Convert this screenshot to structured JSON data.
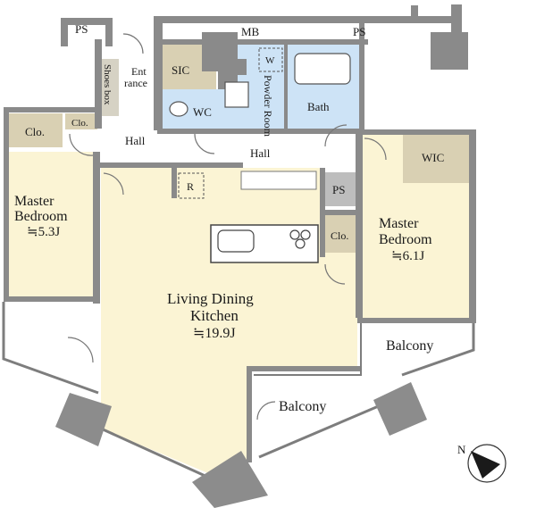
{
  "colors": {
    "living_fill": "#fbf4d4",
    "wet_fill": "#cde3f6",
    "storage_fill": "#d9d0b3",
    "wall": "#8a8a8a"
  },
  "labels": {
    "ps_top_left": "PS",
    "mb": "MB",
    "ps_top_right": "PS",
    "sic": "SIC",
    "washer": "W",
    "entrance_1": "Ent",
    "entrance_2": "rance",
    "shoes_box": "Shoes box",
    "powder_room": "Powder Room",
    "wc": "WC",
    "bath": "Bath",
    "clo_left_1": "Clo.",
    "clo_left_2": "Clo.",
    "hall_left": "Hall",
    "hall_center": "Hall",
    "fridge": "R",
    "ps_center": "PS",
    "clo_center": "Clo.",
    "wic": "WIC",
    "master_bed_left_1": "Master",
    "master_bed_left_2": "Bedroom",
    "master_bed_left_size": "≒5.3J",
    "master_bed_right_1": "Master",
    "master_bed_right_2": "Bedroom",
    "master_bed_right_size": "≒6.1J",
    "ldk_1": "Living Dining",
    "ldk_2": "Kitchen",
    "ldk_size": "≒19.9J",
    "balcony_right": "Balcony",
    "balcony_bottom": "Balcony",
    "north": "N"
  }
}
